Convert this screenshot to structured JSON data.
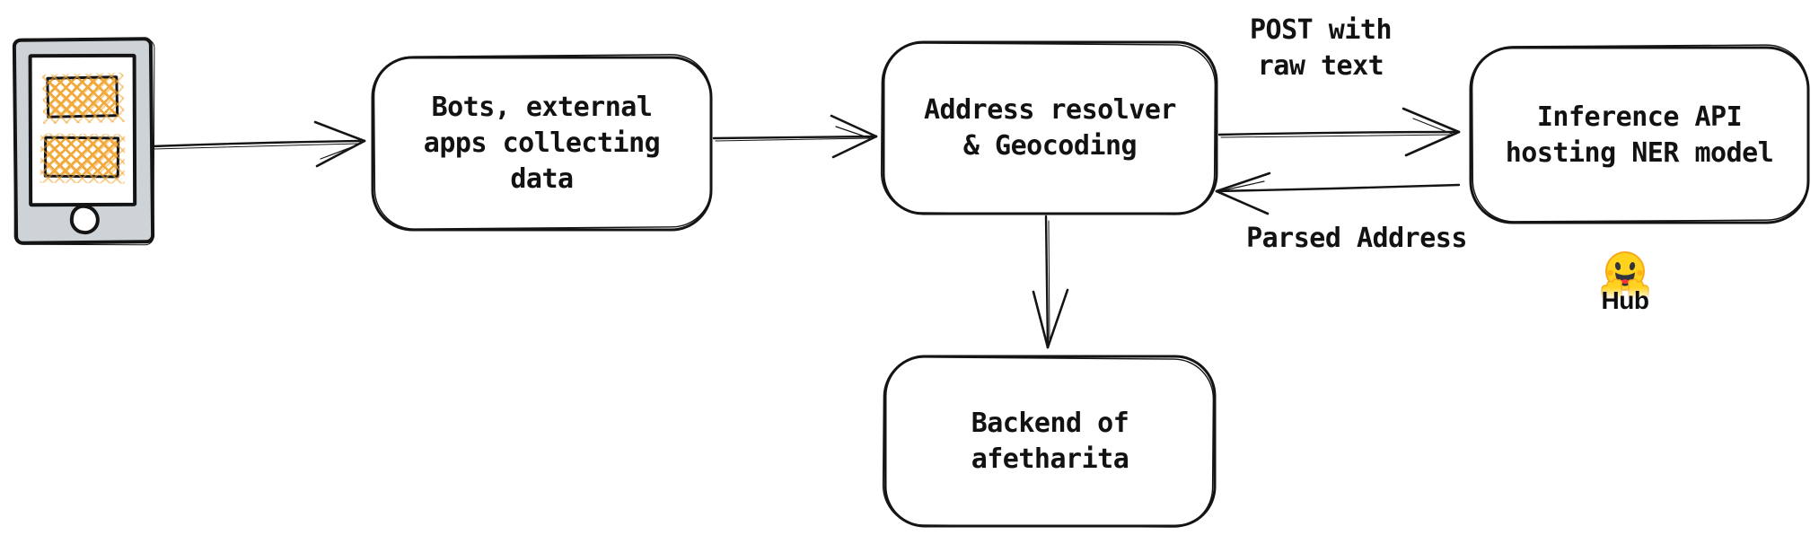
{
  "nodes": {
    "bots": {
      "label": "Bots, external\napps collecting\ndata"
    },
    "resolver": {
      "label": "Address resolver\n& Geocoding"
    },
    "inference": {
      "label": "Inference API\nhosting NER model"
    },
    "backend": {
      "label": "Backend of\nafetharita"
    }
  },
  "edge_labels": {
    "post_raw_text": "POST with\nraw text",
    "parsed_address": "Parsed Address"
  },
  "hub": {
    "label": "Hub"
  },
  "icons": {
    "phone": "phone-icon",
    "hugging_face": "hugging-face-icon"
  },
  "colors": {
    "stroke": "#141414",
    "phone_body": "#ced3d8",
    "crosshatch_orange": "#f2a93c",
    "hf_yellow": "#ffd21e",
    "hf_orange": "#f7a81b",
    "hf_mouth": "#32343d",
    "hf_tongue": "#ff323d"
  }
}
